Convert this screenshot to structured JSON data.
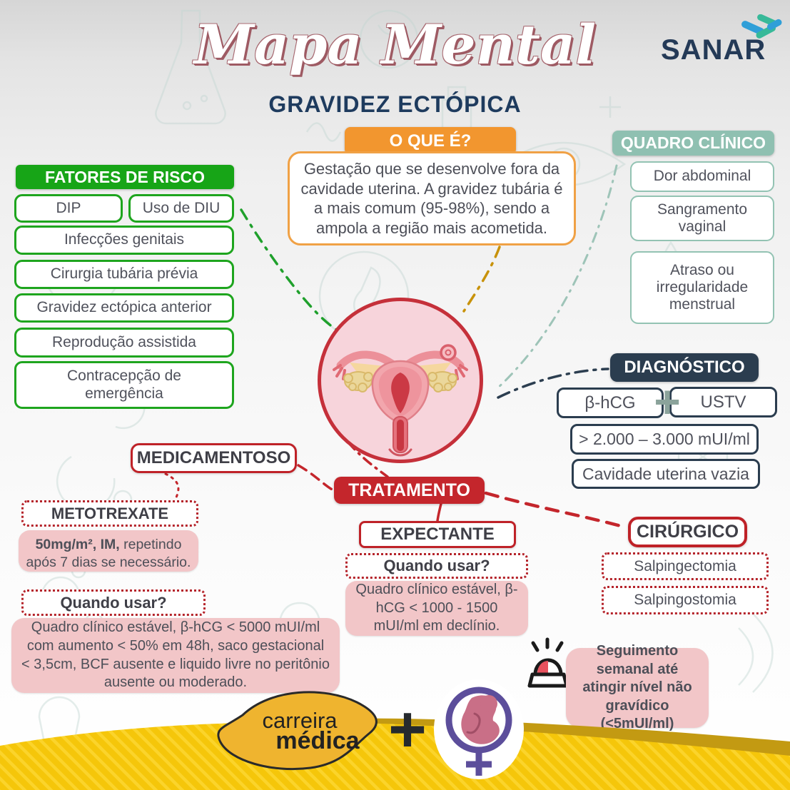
{
  "header": {
    "title_script": "Mapa Mental",
    "subtitle": "GRAVIDEZ ECTÓPICA",
    "brand": "SANAR"
  },
  "o_que_e": {
    "label": "O QUE É?",
    "text": "Gestação que se desenvolve fora da cavidade uterina. A gravidez tubária é a mais comum (95-98%), sendo a ampola a região mais acometida."
  },
  "quadro_clinico": {
    "label": "QUADRO CLÍNICO",
    "items": [
      "Dor abdominal",
      "Sangramento vaginal",
      "Atraso ou irregularidade menstrual"
    ]
  },
  "fatores_de_risco": {
    "label": "FATORES DE RISCO",
    "items": [
      "DIP",
      "Uso de DIU",
      "Infecções genitais",
      "Cirurgia tubária prévia",
      "Gravidez ectópica anterior",
      "Reprodução assistida",
      "Contracepção de emergência"
    ]
  },
  "diagnostico": {
    "label": "DIAGNÓSTICO",
    "beta_hcg": "β-hCG",
    "plus": "+",
    "ustv": "USTV",
    "threshold": "> 2.000 – 3.000 mUI/ml",
    "finding": "Cavidade uterina vazia"
  },
  "tratamento": {
    "label": "TRATAMENTO",
    "medicamentoso": {
      "label": "MEDICAMENTOSO",
      "drug": "METOTREXATE",
      "dose_bold": "50mg/m², IM,",
      "dose_rest": " repetindo após 7 dias se necessário.",
      "quando_usar_label": "Quando usar?",
      "quando_usar_text": "Quadro clínico estável, β-hCG < 5000 mUI/ml com aumento < 50% em 48h, saco gestacional < 3,5cm, BCF ausente e liquido livre no peritônio ausente ou moderado."
    },
    "expectante": {
      "label": "EXPECTANTE",
      "quando_usar_label": "Quando usar?",
      "quando_usar_text": "Quadro clínico estável, β-hCG < 1000 - 1500 mUI/ml em declínio."
    },
    "cirurgico": {
      "label": "CIRÚRGICO",
      "items": [
        "Salpingectomia",
        "Salpingostomia"
      ]
    },
    "seguimento": "Seguimento semanal até atingir nível não gravídico (<5mUI/ml)"
  },
  "footer": {
    "logo_line1": "carreira",
    "logo_line2": "médica",
    "plus": "+"
  },
  "icons": {
    "brand_icon": "crossed-bandages",
    "alert_icon": "siren",
    "center_icon": "uterus-illustration",
    "footer_icon": "female-symbol-with-fetus",
    "diagnostic_plus_icon": "plus"
  },
  "colors": {
    "green": "#17a517",
    "orange": "#f2962f",
    "teal": "#8fc0b1",
    "navy": "#2b3d4f",
    "red": "#c4262c",
    "pink": "#f2c6c8",
    "yellow": "#f5c60a",
    "purple": "#5c4e9b"
  }
}
